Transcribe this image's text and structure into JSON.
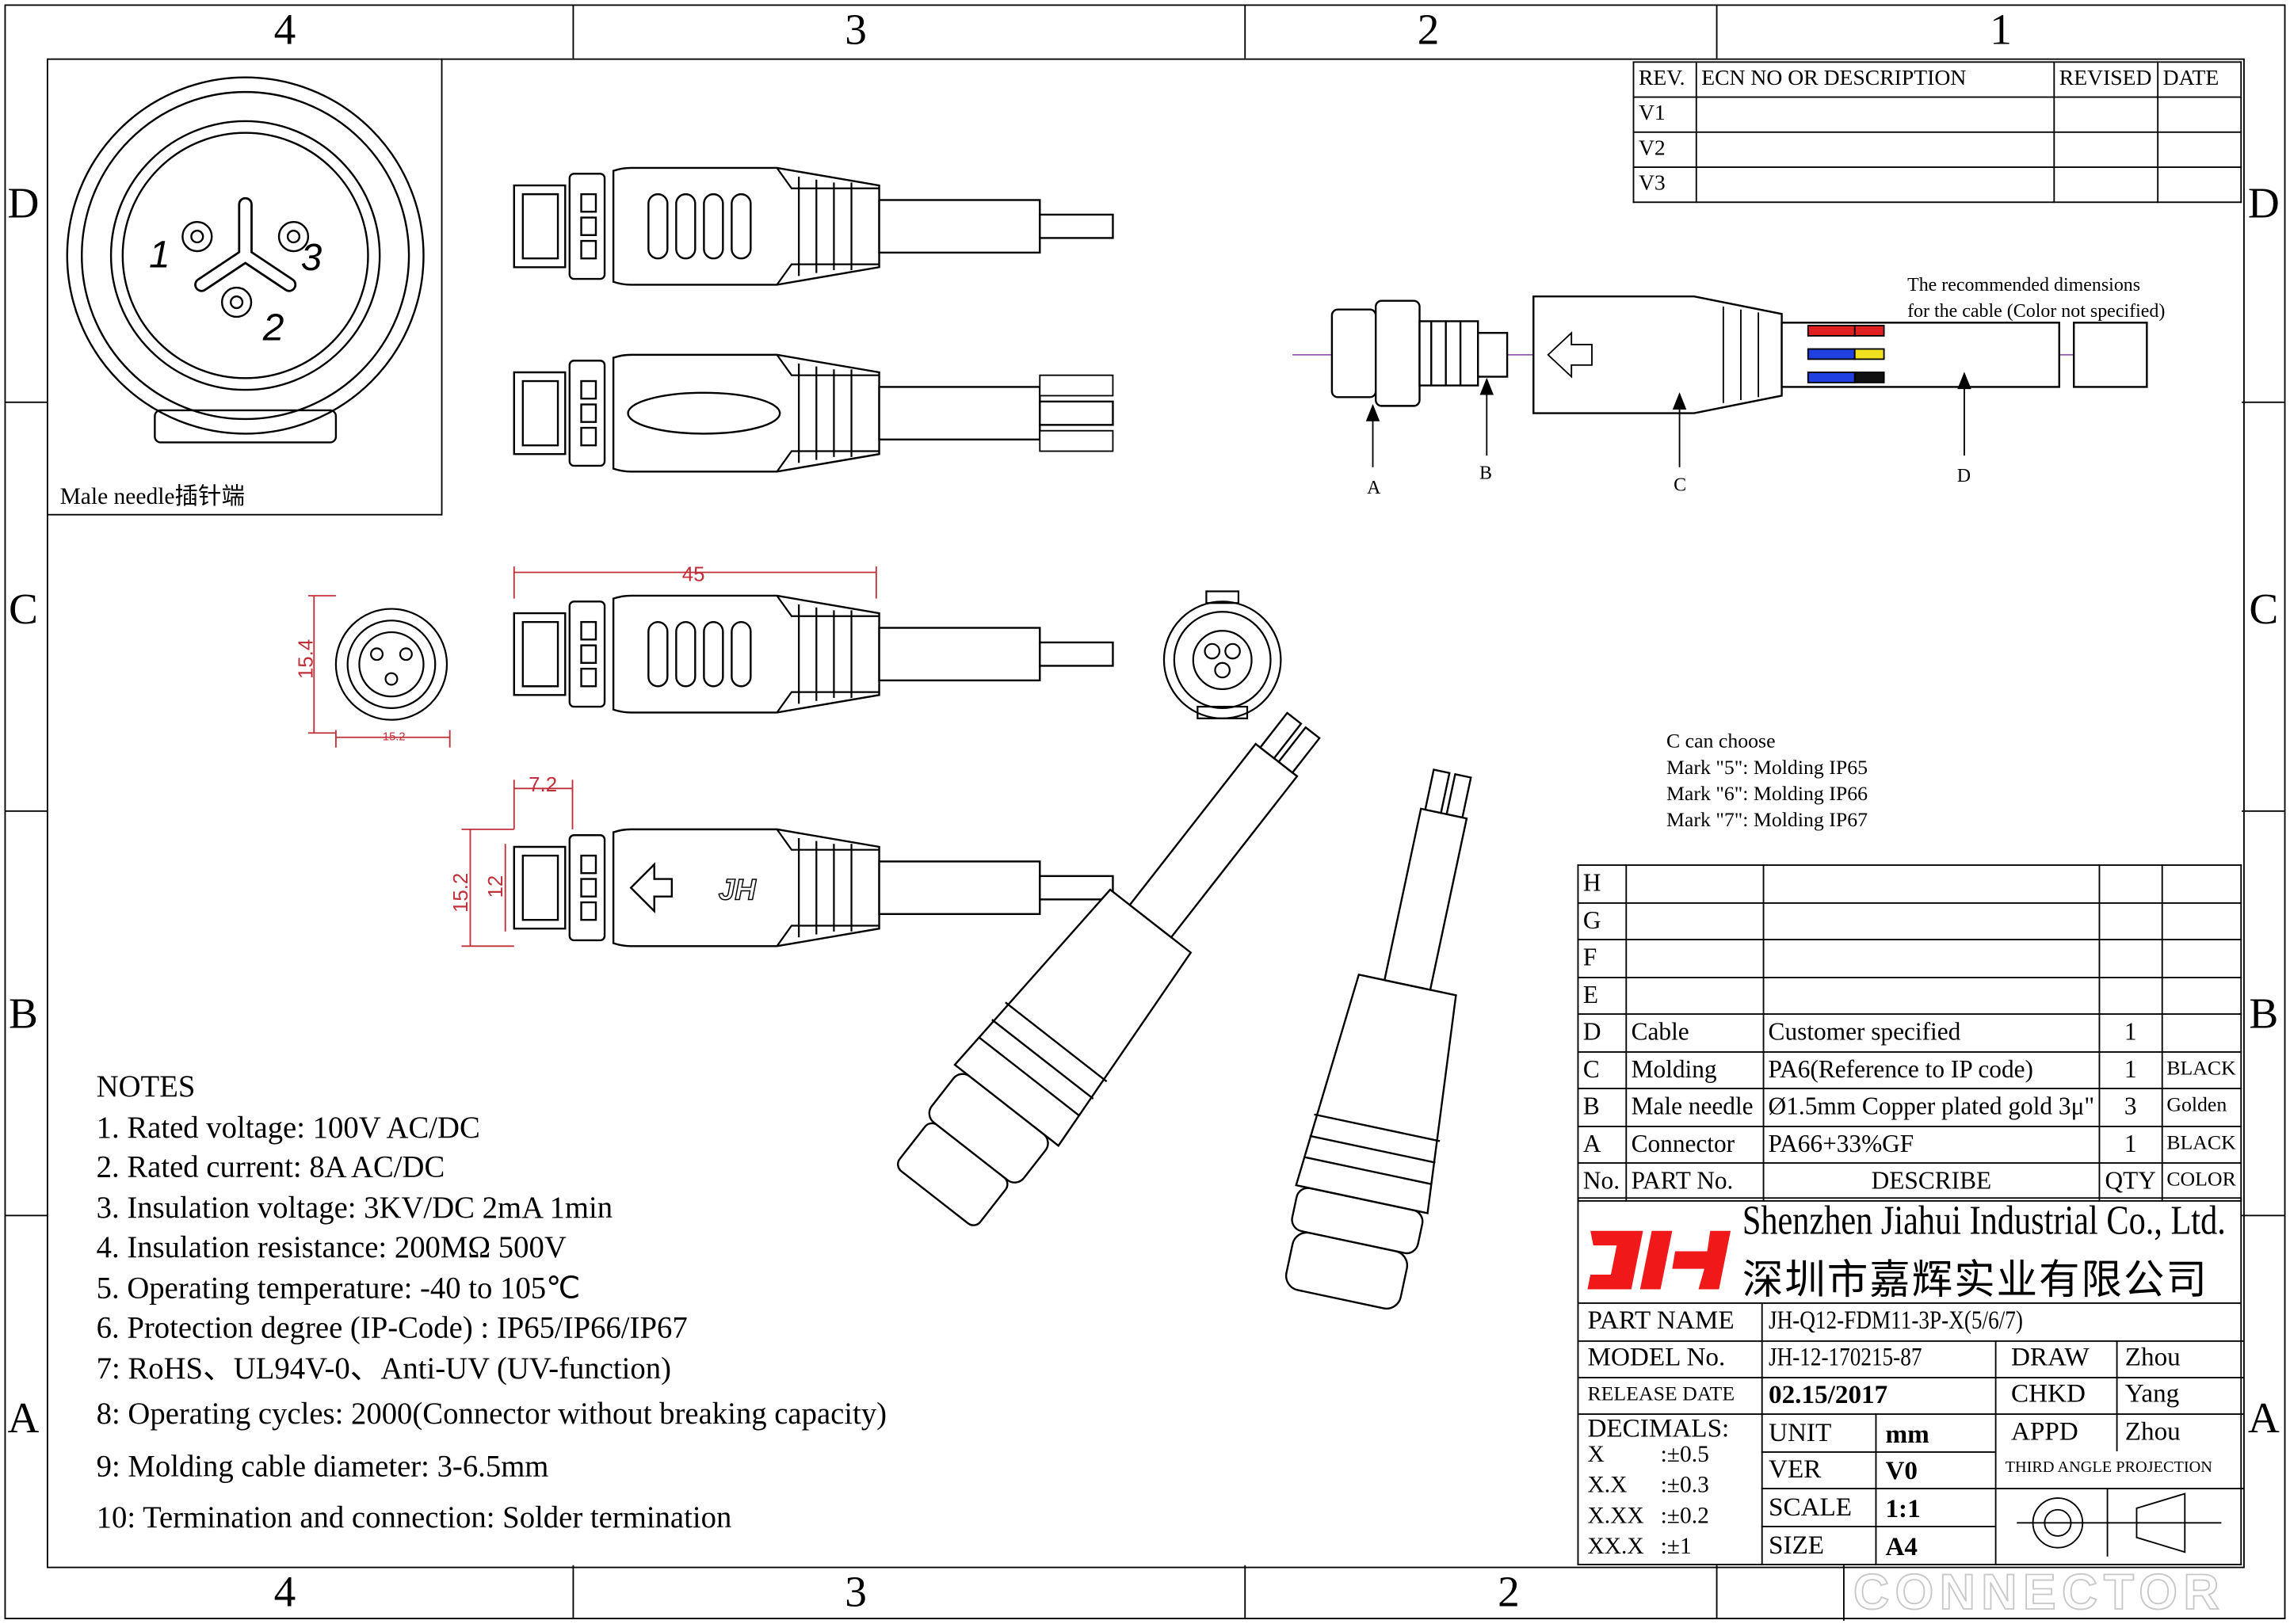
{
  "zones": {
    "columns_top": [
      "4",
      "3",
      "2",
      "1"
    ],
    "columns_bottom": [
      "4",
      "3",
      "2"
    ],
    "rows": [
      "D",
      "C",
      "B",
      "A"
    ]
  },
  "revision_table": {
    "headers": [
      "REV.",
      "ECN NO OR DESCRIPTION",
      "REVISED",
      "DATE"
    ],
    "rows": [
      [
        "V1",
        "",
        "",
        ""
      ],
      [
        "V2",
        "",
        "",
        ""
      ],
      [
        "V3",
        "",
        "",
        ""
      ]
    ]
  },
  "face_view": {
    "label": "Male needle插针端",
    "pins": [
      "1",
      "2",
      "3"
    ]
  },
  "dimensions": {
    "length": "45",
    "face_height": "15.4",
    "face_width": "15.2",
    "nut_length": "7.2",
    "outer_height": "15.2",
    "inner_height": "12"
  },
  "exploded_view": {
    "note_line1": "The recommended dimensions",
    "note_line2": "for the cable (Color not specified)",
    "callouts": [
      "A",
      "B",
      "C",
      "D"
    ]
  },
  "molding_options": {
    "title": "C can choose",
    "items": [
      "Mark \"5\": Molding IP65",
      "Mark \"6\": Molding IP66",
      "Mark \"7\": Molding IP67"
    ]
  },
  "bom": {
    "headers": [
      "No.",
      "PART No.",
      "DESCRIBE",
      "QTY",
      "COLOR"
    ],
    "rows": [
      [
        "H",
        "",
        "",
        "",
        ""
      ],
      [
        "G",
        "",
        "",
        "",
        ""
      ],
      [
        "F",
        "",
        "",
        "",
        ""
      ],
      [
        "E",
        "",
        "",
        "",
        ""
      ],
      [
        "D",
        "Cable",
        "Customer specified",
        "1",
        ""
      ],
      [
        "C",
        "Molding",
        "PA6(Reference to IP code)",
        "1",
        "BLACK"
      ],
      [
        "B",
        "Male needle",
        "Ø1.5mm Copper plated gold 3μ\"",
        "3",
        "Golden"
      ],
      [
        "A",
        "Connector",
        "PA66+33%GF",
        "1",
        "BLACK"
      ]
    ]
  },
  "company": {
    "logo_text": "JH",
    "name_en": "Shenzhen Jiahui Industrial Co., Ltd.",
    "name_cn": "深圳市嘉辉实业有限公司",
    "logo_color": "#f01818"
  },
  "title_block": {
    "part_name_label": "PART NAME",
    "part_name": "JH-Q12-FDM11-3P-X(5/6/7)",
    "model_label": "MODEL No.",
    "model": "JH-12-170215-87",
    "release_label": "RELEASE DATE",
    "release": "02.15/2017",
    "draw_label": "DRAW",
    "draw": "Zhou",
    "chkd_label": "CHKD",
    "chkd": "Yang",
    "appd_label": "APPD",
    "appd": "Zhou",
    "decimals_label": "DECIMALS:",
    "tolerances": [
      [
        "X",
        ":±0.5"
      ],
      [
        "X.X",
        ":±0.3"
      ],
      [
        "X.XX",
        ":±0.2"
      ],
      [
        "XX.X",
        ":±1"
      ]
    ],
    "unit_label": "UNIT",
    "unit": "mm",
    "ver_label": "VER",
    "ver": "V0",
    "scale_label": "SCALE",
    "scale": "1:1",
    "size_label": "SIZE",
    "size": "A4",
    "projection": "THIRD ANGLE PROJECTION"
  },
  "notes": {
    "title": "NOTES",
    "items": [
      "1. Rated voltage: 100V AC/DC",
      "2. Rated current: 8A AC/DC",
      "3. Insulation voltage: 3KV/DC 2mA 1min",
      "4. Insulation resistance: 200MΩ 500V",
      "5. Operating temperature: -40 to 105℃",
      "6. Protection degree (IP-Code) : IP65/IP66/IP67",
      "7: RoHS、UL94V-0、Anti-UV (UV-function)",
      "8: Operating cycles: 2000(Connector without breaking capacity)",
      "9: Molding cable diameter: 3-6.5mm",
      "10: Termination and connection: Solder termination"
    ]
  },
  "watermark": "CONNECTOR"
}
